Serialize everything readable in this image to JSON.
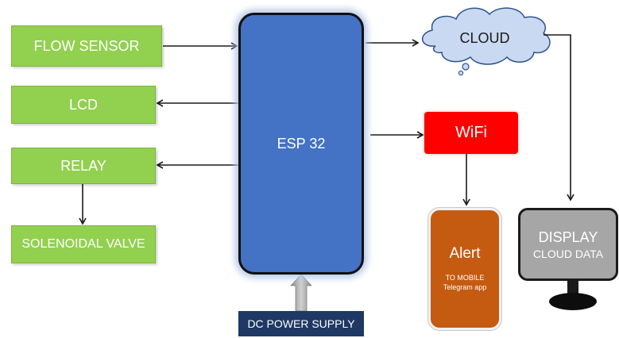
{
  "nodes": {
    "flow_sensor": "FLOW SENSOR",
    "lcd": "LCD",
    "relay": "RELAY",
    "solenoid_valve": "SOLENOIDAL VALVE",
    "esp32": "ESP 32",
    "cloud": "CLOUD",
    "wifi": "WiFi",
    "alert": {
      "title": "Alert",
      "line1": "TO MOBILE",
      "line2": "Telegram app"
    },
    "display": {
      "title": "DISPLAY",
      "subtitle": "CLOUD DATA"
    },
    "power": "DC POWER SUPPLY"
  },
  "colors": {
    "green_box": "#92d050",
    "esp32": "#4472c4",
    "wifi": "#ff0000",
    "alert": "#c55a11",
    "display": "#a6a6a6",
    "power": "#1f3864",
    "cloud_fill": "#c9d9f1"
  },
  "connections": [
    {
      "from": "FLOW SENSOR",
      "to": "ESP 32"
    },
    {
      "from": "ESP 32",
      "to": "LCD"
    },
    {
      "from": "ESP 32",
      "to": "RELAY"
    },
    {
      "from": "RELAY",
      "to": "SOLENOIDAL VALVE"
    },
    {
      "from": "ESP 32",
      "to": "CLOUD"
    },
    {
      "from": "ESP 32",
      "to": "WiFi"
    },
    {
      "from": "WiFi",
      "to": "Alert"
    },
    {
      "from": "CLOUD",
      "to": "DISPLAY"
    },
    {
      "from": "DC POWER SUPPLY",
      "to": "ESP 32"
    }
  ]
}
